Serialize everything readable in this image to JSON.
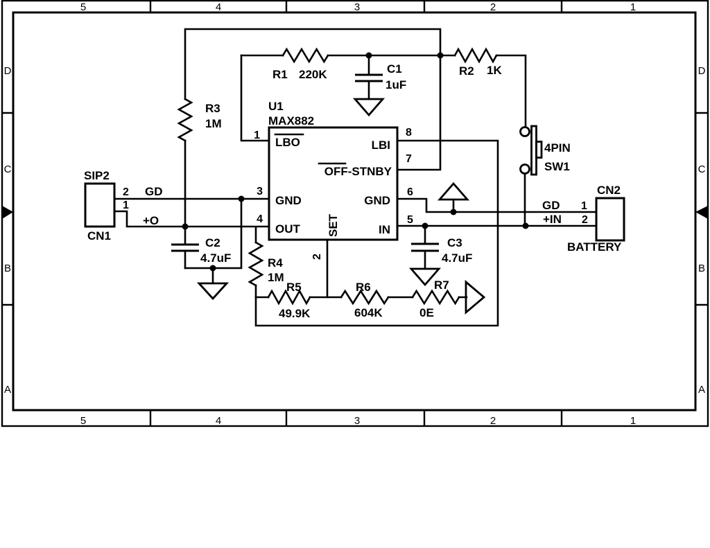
{
  "frame": {
    "columns": [
      "5",
      "4",
      "3",
      "2",
      "1"
    ],
    "rows": [
      "D",
      "C",
      "B",
      "A"
    ]
  },
  "parts": {
    "r1": {
      "ref": "R1",
      "value": "220K"
    },
    "r2": {
      "ref": "R2",
      "value": "1K"
    },
    "r3": {
      "ref": "R3",
      "value": "1M"
    },
    "r4": {
      "ref": "R4",
      "value": "1M"
    },
    "r5": {
      "ref": "R5",
      "value": "49.9K"
    },
    "r6": {
      "ref": "R6",
      "value": "604K"
    },
    "r7": {
      "ref": "R7",
      "value": "0E"
    },
    "c1": {
      "ref": "C1",
      "value": "1uF"
    },
    "c2": {
      "ref": "C2",
      "value": "4.7uF"
    },
    "c3": {
      "ref": "C3",
      "value": "4.7uF"
    },
    "u1": {
      "ref": "U1",
      "part": "MAX882",
      "pins": {
        "p1": {
          "num": "1",
          "name": "LBO"
        },
        "p2": {
          "num": "2",
          "name": "SET"
        },
        "p3": {
          "num": "3",
          "name": "GND"
        },
        "p4": {
          "num": "4",
          "name": "OUT"
        },
        "p5": {
          "num": "5",
          "name": "IN"
        },
        "p6": {
          "num": "6",
          "name": "GND"
        },
        "p7": {
          "num": "7",
          "name": "OFF-STNBY"
        },
        "p8": {
          "num": "8",
          "name": "LBI"
        }
      }
    },
    "sw1": {
      "ref": "SW1",
      "type": "4PIN"
    },
    "cn1": {
      "ref": "CN1",
      "type": "SIP2",
      "pins": {
        "p1": {
          "num": "1",
          "net": "+O"
        },
        "p2": {
          "num": "2",
          "net": "GD"
        }
      }
    },
    "cn2": {
      "ref": "CN2",
      "label": "BATTERY",
      "pins": {
        "p1": {
          "num": "1",
          "net": "GD"
        },
        "p2": {
          "num": "2",
          "net": "+IN"
        }
      }
    }
  },
  "colors": {
    "ink": "#000000",
    "paper": "#ffffff"
  }
}
